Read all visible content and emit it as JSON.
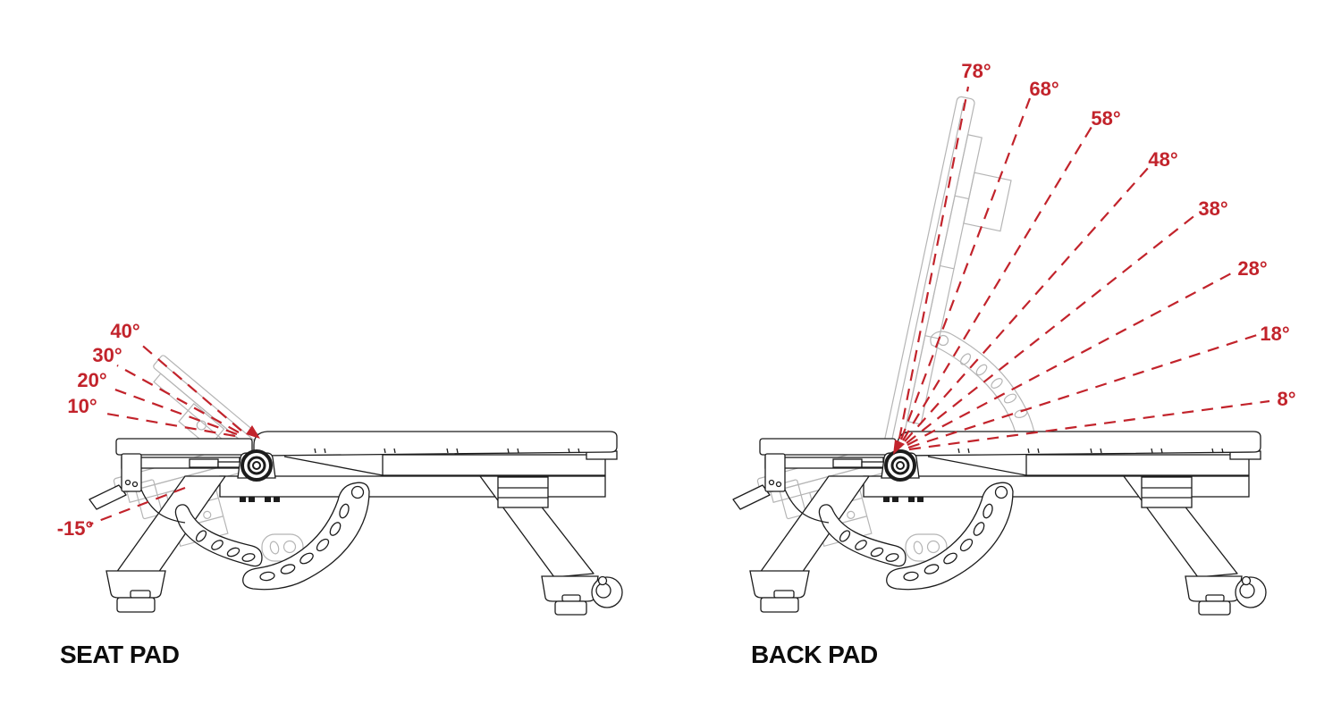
{
  "figure": {
    "background": "#ffffff",
    "colors": {
      "accent_red": "#c2232b",
      "line_ink": "#1c1c1c",
      "ghost_gray": "#b5b5b5",
      "title_ink": "#0d0d0d"
    },
    "seat_pad": {
      "title": "SEAT PAD",
      "angles": [
        {
          "label": "40°",
          "degrees": 40
        },
        {
          "label": "30°",
          "degrees": 30
        },
        {
          "label": "20°",
          "degrees": 20
        },
        {
          "label": "10°",
          "degrees": 10
        },
        {
          "label": "-15°",
          "degrees": -15
        }
      ]
    },
    "back_pad": {
      "title": "BACK PAD",
      "angles": [
        {
          "label": "78°",
          "degrees": 78
        },
        {
          "label": "68°",
          "degrees": 68
        },
        {
          "label": "58°",
          "degrees": 58
        },
        {
          "label": "48°",
          "degrees": 48
        },
        {
          "label": "38°",
          "degrees": 38
        },
        {
          "label": "28°",
          "degrees": 28
        },
        {
          "label": "18°",
          "degrees": 18
        },
        {
          "label": "8°",
          "degrees": 8
        }
      ]
    }
  }
}
